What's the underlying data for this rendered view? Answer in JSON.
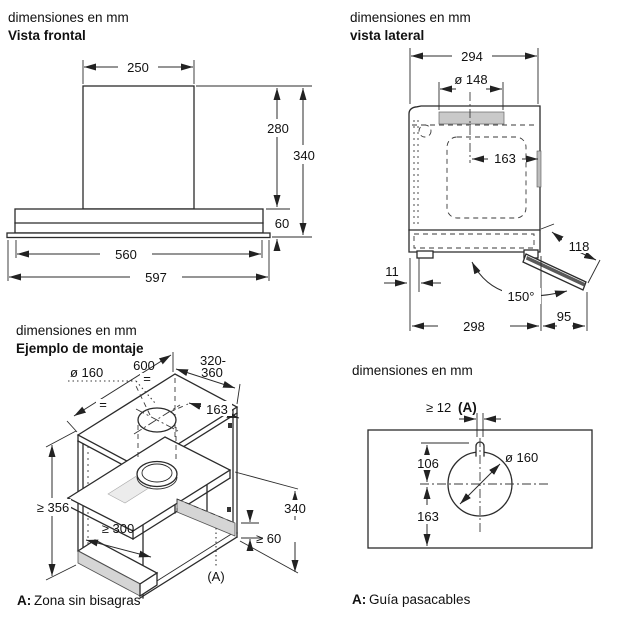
{
  "views": {
    "front": {
      "subtitle": "dimensiones en mm",
      "title": "Vista frontal",
      "dims": {
        "top_width": "250",
        "chimney_height": "280",
        "total_height": "340",
        "body_height": "60",
        "body_width": "560",
        "total_width": "597"
      }
    },
    "side": {
      "subtitle": "dimensiones en mm",
      "title": "vista lateral",
      "dims": {
        "total_depth": "294",
        "duct_diameter": "ø 148",
        "filter_depth": "163",
        "door_reach": "118",
        "rear_gap": "11",
        "opening_angle": "150°",
        "base_depth": "298",
        "front_overhang": "95"
      }
    },
    "mounting": {
      "subtitle": "dimensiones en mm",
      "title": "Ejemplo de montaje",
      "dims": {
        "duct_diameter": "ø 160",
        "width": "600",
        "depth_range_line1": "320-",
        "depth_range_line2": "360",
        "hole_center": "163",
        "min_cabinet_height": "≥ 356",
        "min_inner_width": "≥ 300",
        "hood_height": "340",
        "min_base_height": "≥ 60",
        "zone_marker": "(A)",
        "equal_left": "=",
        "equal_right": "="
      },
      "legend": {
        "key": "A:",
        "text": "Zona sin bisagras"
      }
    },
    "cutout": {
      "subtitle": "dimensiones en mm",
      "dims": {
        "slot_min": "≥ 12",
        "slot_marker": "(A)",
        "hole_diameter": "ø 160",
        "center_from_top": "106",
        "center_from_bottom": "163"
      },
      "legend": {
        "key": "A:",
        "text": "Guía pasacables"
      }
    }
  }
}
